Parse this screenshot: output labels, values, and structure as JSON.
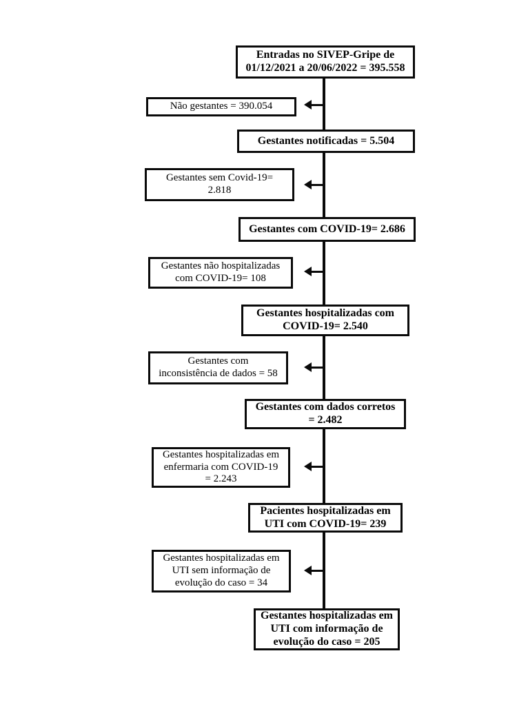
{
  "diagram": {
    "type": "flowchart",
    "background_color": "#ffffff",
    "line_color": "#0a0a0a",
    "text_color": "#000000",
    "main_flow": [
      {
        "id": "entradas-sivep",
        "text": "Entradas no SIVEP-Gripe de\n01/12/2021 a 20/06/2022 = 395.558",
        "value": 395558
      },
      {
        "id": "gestantes-notificadas",
        "text": "Gestantes notificadas = 5.504",
        "value": 5504
      },
      {
        "id": "gestantes-com-covid",
        "text": "Gestantes com COVID-19= 2.686",
        "value": 2686
      },
      {
        "id": "gestantes-hospitalizadas",
        "text": "Gestantes hospitalizadas com\nCOVID-19= 2.540",
        "value": 2540
      },
      {
        "id": "gestantes-dados-corretos",
        "text": "Gestantes com dados corretos\n= 2.482",
        "value": 2482
      },
      {
        "id": "pacientes-uti",
        "text": "Pacientes hospitalizadas em\nUTI com COVID-19= 239",
        "value": 239
      },
      {
        "id": "uti-com-informacao",
        "text": "Gestantes hospitalizadas em\nUTI com informação de\nevolução do caso = 205",
        "value": 205
      }
    ],
    "exclusions": [
      {
        "id": "nao-gestantes",
        "text": "Não gestantes = 390.054",
        "value": 390054
      },
      {
        "id": "sem-covid",
        "text": "Gestantes sem Covid-19=\n2.818",
        "value": 2818
      },
      {
        "id": "nao-hospitalizadas",
        "text": "Gestantes não hospitalizadas\ncom COVID-19= 108",
        "value": 108
      },
      {
        "id": "inconsistencia-dados",
        "text": "Gestantes com\ninconsistência de dados = 58",
        "value": 58
      },
      {
        "id": "enfermaria",
        "text": "Gestantes hospitalizadas em\nenfermaria com COVID-19\n= 2.243",
        "value": 2243
      },
      {
        "id": "uti-sem-informacao",
        "text": "Gestantes hospitalizadas em\nUTI sem informação de\nevolução do caso = 34",
        "value": 34
      }
    ],
    "connections": [
      {
        "from": "entradas-sivep",
        "to": "gestantes-notificadas",
        "excluded": "nao-gestantes"
      },
      {
        "from": "gestantes-notificadas",
        "to": "gestantes-com-covid",
        "excluded": "sem-covid"
      },
      {
        "from": "gestantes-com-covid",
        "to": "gestantes-hospitalizadas",
        "excluded": "nao-hospitalizadas"
      },
      {
        "from": "gestantes-hospitalizadas",
        "to": "gestantes-dados-corretos",
        "excluded": "inconsistencia-dados"
      },
      {
        "from": "gestantes-dados-corretos",
        "to": "pacientes-uti",
        "excluded": "enfermaria"
      },
      {
        "from": "pacientes-uti",
        "to": "uti-com-informacao",
        "excluded": "uti-sem-informacao"
      }
    ]
  }
}
